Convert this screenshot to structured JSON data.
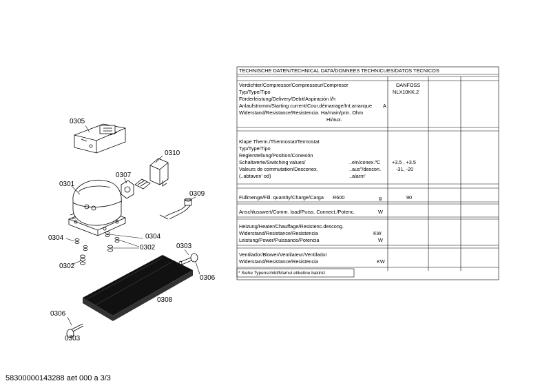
{
  "parts": {
    "p0305": "0305",
    "p0310": "0310",
    "p0307": "0307",
    "p0301": "0301",
    "p0309": "0309",
    "p0304a": "0304",
    "p0304b": "0304",
    "p0302a": "0302",
    "p0302b": "0302",
    "p0303a": "0303",
    "p0306a": "0306",
    "p0308": "0308",
    "p0306b": "0306",
    "p0303b": "0303"
  },
  "table": {
    "title": "TECHNISCHE DATEN/TECHNICAL DATA/DONNEES TECHNICUES/DATOS TECNICOS",
    "compressor": {
      "l1": "Verdichter/Compressor/Compresseur/Compresor",
      "l2": "Typ/Type/Tipo",
      "l3": "Förderleistung/Delivery/Debit/Aspiración l/h",
      "l4": "Anlaufstromm/Starting current/Cour.démarrage/Int.arranque",
      "l4unit": "A",
      "l5": "Widerstand/Resistance/Resistencia. Ha/main/prin. Ohm",
      "l6": "Hi/aux.",
      "v1": "DANFOSS",
      "v2": "NLX10KK.2"
    },
    "thermostat": {
      "l1": "Klape Therm./Thermostat/Termostat",
      "l2": "Typ/Type/Tipo",
      "l3": "Reglerstellung/Position/Conexión",
      "l4": "Schaltwerte/Switching values/",
      "l4b": "..ein/conex.ºC",
      "l5": "Valeurs de commutation/Desconex.",
      "l5b": "..aus\"/descon.",
      "l6": "(..abtaven' od)",
      "l6b": "..alarm'",
      "v1": "+3.5 ,  +3.5",
      "v2": "-31,   -20"
    },
    "fill": {
      "label": "Füllmenge/Fill. quantity/Charge/Carga",
      "refrigerant": "R600",
      "unit": "g",
      "value": "90"
    },
    "load": {
      "label": "Anschlusswert/Comm. load/Puiss. Connect./Potenc.",
      "unit": "W"
    },
    "heater": {
      "l1": "Heizung/Heater/Chauffage/Resistenc.descong.",
      "l2": "Widerstand/Resistance/Resistencia",
      "l2unit": "KW",
      "l3": "Leistung/Power/Puissance/Potencia",
      "l3unit": "W"
    },
    "fan": {
      "l1": "Ventilador/Blower/Ventilateur/Ventilador",
      "l2": "Widerstand/Resistance/Resistencia",
      "l2unit": "KW"
    },
    "note": "* Siehe Typenschild/Mamul etiketine bakiniz"
  },
  "footer": "58300000143288 aet 000 a 3/3"
}
